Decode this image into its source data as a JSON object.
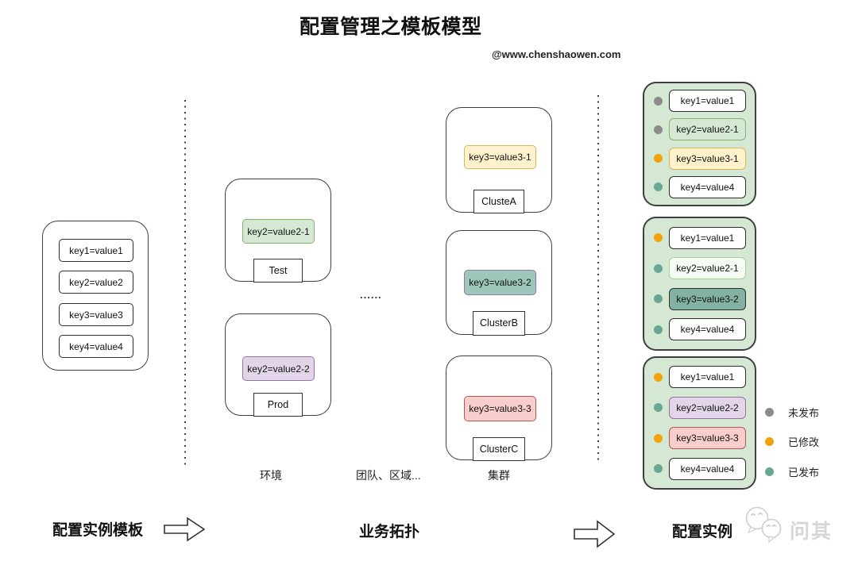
{
  "page": {
    "title": "配置管理之模板模型",
    "watermark": "@www.chenshaowen.com",
    "ellipsis": "......",
    "logo_text": "问其"
  },
  "colors": {
    "green_fill": "#d5e8d4",
    "green_border": "#82b366",
    "purple_fill": "#e1d5e7",
    "purple_border": "#9673a6",
    "yellow_fill": "#fff2cc",
    "yellow_border": "#d6b656",
    "red_fill": "#f8cecc",
    "red_border": "#b85450",
    "teal_fill": "#9dc7ba",
    "dot_gray": "#8c8c8c",
    "dot_orange": "#f0a30a",
    "dot_teal": "#68a794",
    "instance_container_fill": "#d5e8d4"
  },
  "template_box": {
    "items": [
      "key1=value1",
      "key2=value2",
      "key3=value3",
      "key4=value4"
    ]
  },
  "environments": [
    {
      "label": "Test",
      "item": "key2=value2-1",
      "color": "green"
    },
    {
      "label": "Prod",
      "item": "key2=value2-2",
      "color": "purple"
    }
  ],
  "clusters": [
    {
      "label": "ClusteA",
      "item": "key3=value3-1",
      "color": "yellow"
    },
    {
      "label": "ClusterB",
      "item": "key3=value3-2",
      "color": "teal"
    },
    {
      "label": "ClusterC",
      "item": "key3=value3-3",
      "color": "red"
    }
  ],
  "instances": [
    {
      "rows": [
        {
          "status": "gray",
          "text": "key1=value1"
        },
        {
          "status": "gray",
          "text": "key2=value2-1"
        },
        {
          "status": "orange",
          "text": "key3=value3-1"
        },
        {
          "status": "teal",
          "text": "key4=value4"
        }
      ]
    },
    {
      "rows": [
        {
          "status": "orange",
          "text": "key1=value1"
        },
        {
          "status": "teal",
          "text": "key2=value2-1"
        },
        {
          "status": "teal",
          "text": "key3=value3-2"
        },
        {
          "status": "teal",
          "text": "key4=value4"
        }
      ]
    },
    {
      "rows": [
        {
          "status": "orange",
          "text": "key1=value1"
        },
        {
          "status": "teal",
          "text": "key2=value2-2"
        },
        {
          "status": "orange",
          "text": "key3=value3-3"
        },
        {
          "status": "teal",
          "text": "key4=value4"
        }
      ]
    }
  ],
  "legend": [
    {
      "status": "gray",
      "label": "未发布"
    },
    {
      "status": "orange",
      "label": "已修改"
    },
    {
      "status": "teal",
      "label": "已发布"
    }
  ],
  "column_labels": {
    "env": "环境",
    "team": "团队、区域...",
    "cluster": "集群"
  },
  "stage_labels": {
    "left": "配置实例模板",
    "middle": "业务拓扑",
    "right": "配置实例"
  }
}
